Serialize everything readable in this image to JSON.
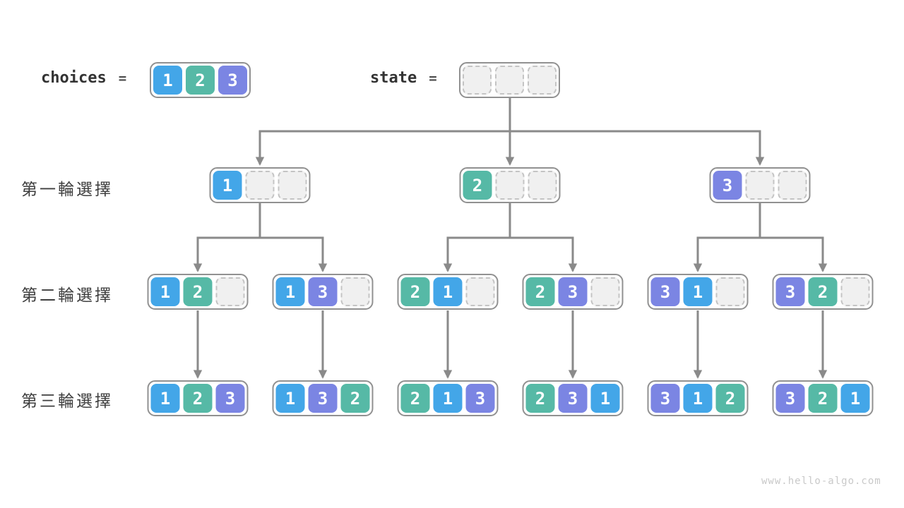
{
  "watermark": "www.hello-algo.com",
  "colors": {
    "1": "#43A6E8",
    "2": "#56B9A6",
    "3": "#7B85E3"
  },
  "legend": {
    "choices_label": "choices",
    "state_label": "state",
    "equals": "=",
    "choices_cells": [
      1,
      2,
      3
    ],
    "state_cells": [
      null,
      null,
      null
    ]
  },
  "rows": [
    {
      "label": "第一輪選擇",
      "nodes": [
        [
          1,
          null,
          null
        ],
        [
          2,
          null,
          null
        ],
        [
          3,
          null,
          null
        ]
      ]
    },
    {
      "label": "第二輪選擇",
      "nodes": [
        [
          1,
          2,
          null
        ],
        [
          1,
          3,
          null
        ],
        [
          2,
          1,
          null
        ],
        [
          2,
          3,
          null
        ],
        [
          3,
          1,
          null
        ],
        [
          3,
          2,
          null
        ]
      ]
    },
    {
      "label": "第三輪選擇",
      "nodes": [
        [
          1,
          2,
          3
        ],
        [
          1,
          3,
          2
        ],
        [
          2,
          1,
          3
        ],
        [
          2,
          3,
          1
        ],
        [
          3,
          1,
          2
        ],
        [
          3,
          2,
          1
        ]
      ]
    }
  ]
}
